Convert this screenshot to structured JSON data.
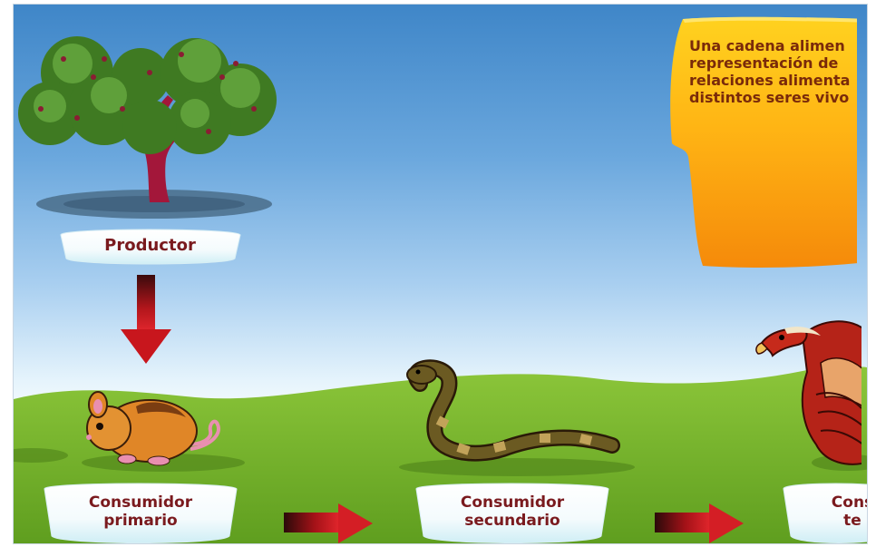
{
  "scene": {
    "info_box_text": "Una cadena alimentaria es la representación de las relaciones alimentarias entre distintos seres vivos",
    "info_lines": [
      "Una cadena alimen",
      "representación de",
      "relaciones alimenta",
      "distintos seres vivo"
    ],
    "labels": {
      "producer": "Productor",
      "primary_l1": "Consumidor",
      "primary_l2": "primario",
      "secondary_l1": "Consumidor",
      "secondary_l2": "secundario",
      "tertiary_l1": "Cons",
      "tertiary_l2": "te"
    }
  },
  "colors": {
    "info_box": "#f5a80e",
    "label_text": "#7a1a1e",
    "arrow": "#c8161d",
    "ground": "#7cb62a"
  },
  "icons": [
    "tree-icon",
    "mouse-icon",
    "snake-icon",
    "eagle-icon",
    "arrow-down-icon",
    "arrow-right-icon"
  ]
}
